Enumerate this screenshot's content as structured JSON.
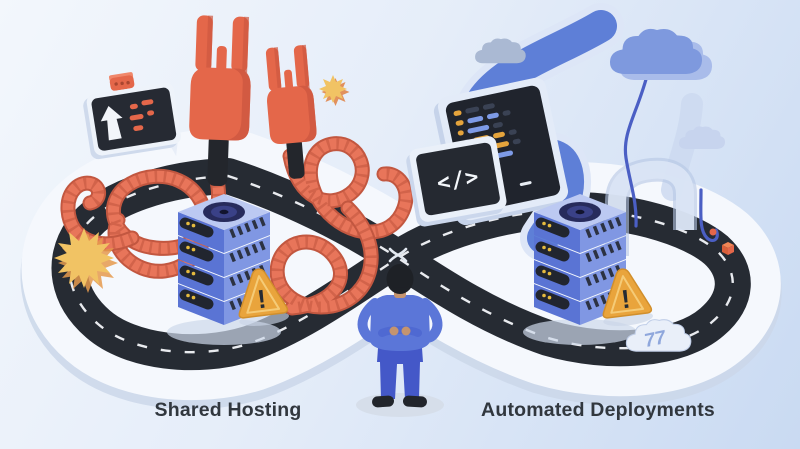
{
  "labels": {
    "left": "Shared Hosting",
    "right": "Automated Deployments"
  },
  "icons": {
    "code_glyph": "</>",
    "warning_glyph": "!",
    "cloud_badge_glyph": "77",
    "sign_arrow": "up-arrow",
    "left_side": [
      "direction-sign-icon",
      "power-plug-icon",
      "tangled-cable-icon",
      "server-stack-icon",
      "warning-triangle-icon",
      "starburst-icon"
    ],
    "right_side": [
      "code-tag-screen-icon",
      "code-editor-screen-icon",
      "deployment-ribbon-icon",
      "cloud-icon",
      "gateway-arch-icon",
      "server-stack-icon",
      "warning-triangle-icon",
      "upload-cloud-badge-icon"
    ]
  },
  "colors": {
    "bg_top": "#f3f7fc",
    "bg_bottom": "#c9daf2",
    "road": "#262b33",
    "plateau": "#f5f8fd",
    "cable": "#e8755a",
    "plug": "#e4674a",
    "server": "#5a74d4",
    "server_light": "#8097e3",
    "warning": "#e9a43c",
    "ribbon": "#5e7fd7",
    "cloud": "#7e99de",
    "code_orange": "#e5a43c",
    "code_blue": "#7d9ae6",
    "star": "#f1c364",
    "person": "#5b76d8",
    "label": "#31373e"
  }
}
